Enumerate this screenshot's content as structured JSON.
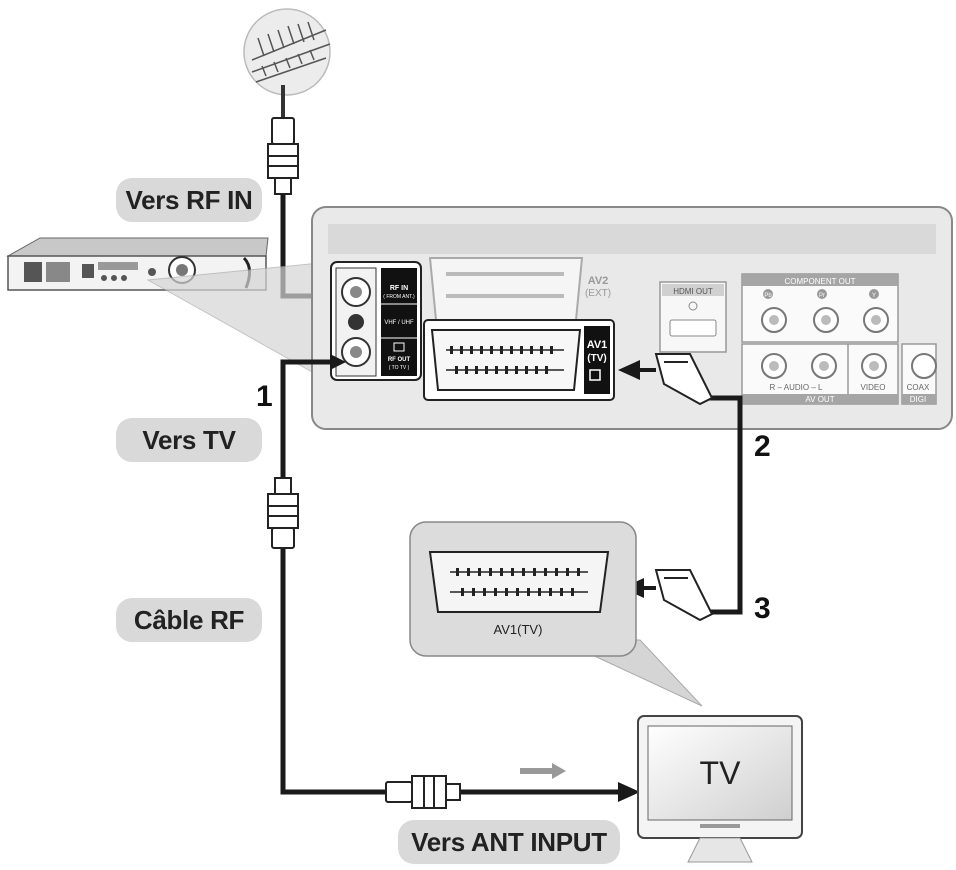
{
  "labels": {
    "rf_in": "Vers RF IN",
    "to_tv": "Vers TV",
    "rf_cable": "Câble RF",
    "ant_input": "Vers ANT INPUT"
  },
  "steps": [
    "1",
    "2",
    "3"
  ],
  "panel": {
    "rf_in": "RF IN",
    "rf_in_sub": "( FROM ANT.)",
    "vhf_uhf": "VHF / UHF",
    "rf_out": "RF OUT",
    "rf_out_sub": "( TO TV )",
    "av2": "AV2",
    "av2_sub": "(EXT)",
    "av1": "AV1",
    "av1_sub": "(TV)",
    "hdmi_out": "HDMI OUT",
    "component_out": "COMPONENT OUT",
    "comp_pb": "Pb",
    "comp_pr": "Pr",
    "comp_y": "Y",
    "audio": "R – AUDIO – L",
    "video": "VIDEO",
    "av_out": "AV OUT",
    "coax": "COAX",
    "digi": "DIGI"
  },
  "tv": {
    "label": "TV",
    "scart_label": "AV1(TV)"
  },
  "colors": {
    "pill": "#d9d9d9",
    "cable": "#1a1a1a",
    "panel": "#e9e9e9",
    "panel_border": "#888888"
  }
}
